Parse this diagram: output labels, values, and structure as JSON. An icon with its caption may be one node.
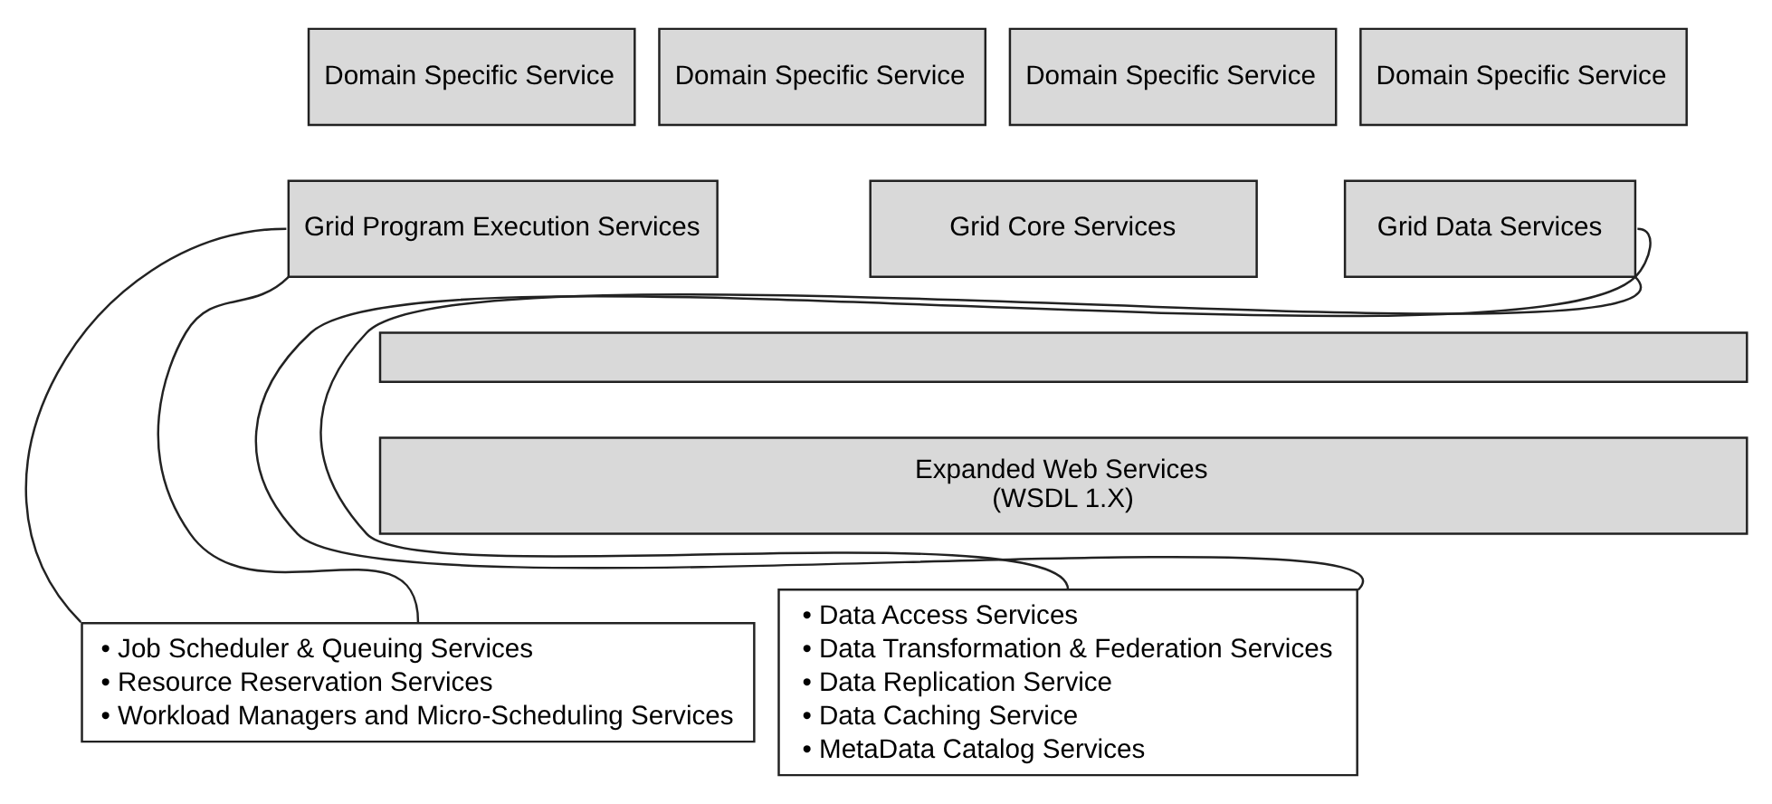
{
  "diagram": {
    "nodes": [
      {
        "text": [
          "Domain Specific Service"
        ]
      },
      {
        "text": [
          "Domain Specific Service"
        ]
      },
      {
        "text": [
          "Domain Specific Service"
        ]
      },
      {
        "text": [
          "Domain Specific Service"
        ]
      },
      {
        "text": [
          "Grid Program Execution Services"
        ]
      },
      {
        "text": [
          "Grid Core Services"
        ]
      },
      {
        "text": [
          "Grid Data Services"
        ]
      },
      {
        "text": [],
        "shape": "bar"
      },
      {
        "text": [
          "Expanded Web Services",
          "(WSDL 1.X)"
        ]
      },
      {
        "text": [
          "• Job Scheduler & Queuing Services",
          "• Resource Reservation Services",
          "• Workload Managers and Micro-Scheduling Services"
        ]
      },
      {
        "text": [
          "• Data Access Services",
          "• Data Transformation & Federation Services",
          "• Data Replication Service",
          "• Data Caching Service",
          "• MetaData Catalog Services"
        ]
      }
    ],
    "edges": [
      {
        "from": 4,
        "to": 9,
        "arrow": "none"
      },
      {
        "from": 4,
        "to": 9,
        "arrow": "none"
      },
      {
        "from": 6,
        "to": 10,
        "arrow": "none"
      },
      {
        "from": 6,
        "to": 10,
        "arrow": "none"
      }
    ]
  }
}
